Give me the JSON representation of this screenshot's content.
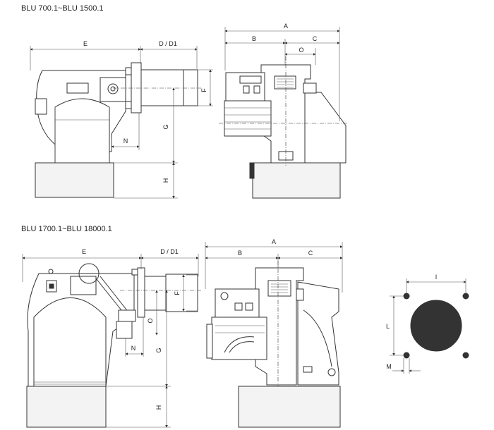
{
  "sections": [
    {
      "title": "BLU 700.1~BLU 1500.1",
      "dims": {
        "A": "A",
        "B": "B",
        "C": "C",
        "O": "O",
        "E": "E",
        "DD1": "D / D1",
        "F": "F",
        "G": "G",
        "H": "H",
        "N": "N"
      }
    },
    {
      "title": "BLU 1700.1~BLU 18000.1",
      "dims": {
        "A": "A",
        "B": "B",
        "C": "C",
        "O": "O",
        "E": "E",
        "DD1": "D / D1",
        "F": "F",
        "G": "G",
        "H": "H",
        "N": "N"
      }
    }
  ],
  "flange": {
    "I": "I",
    "L": "L",
    "M": "M"
  }
}
